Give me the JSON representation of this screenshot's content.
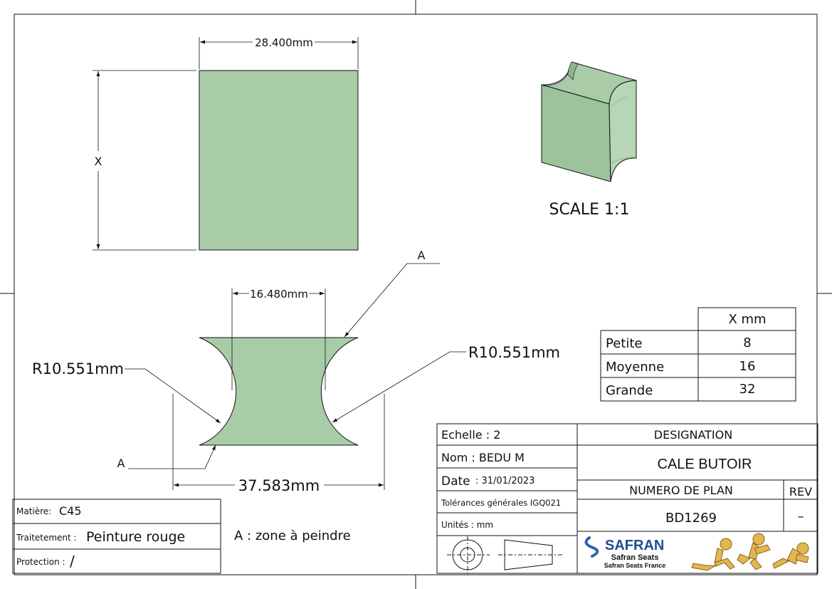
{
  "drawing": {
    "top_view": {
      "width_dim": "28.400mm",
      "height_dim": "X"
    },
    "front_view": {
      "top_dim": "16.480mm",
      "bottom_dim": "37.583mm",
      "radius_left": "R10.551mm",
      "radius_right": "R10.551mm",
      "callout_top": "A",
      "callout_bottom": "A"
    },
    "iso_view": {
      "scale_label": "SCALE 1:1"
    },
    "note": "A : zone à peindre"
  },
  "size_table": {
    "header": "X mm",
    "rows": [
      {
        "label": "Petite",
        "value": "8"
      },
      {
        "label": "Moyenne",
        "value": "16"
      },
      {
        "label": "Grande",
        "value": "32"
      }
    ]
  },
  "title_block": {
    "echelle": "Echelle  :  2",
    "nom": "Nom  :  BEDU M",
    "date_label": "Date",
    "date_value": ": 31/01/2023",
    "tolerances": "Tolérances générales IGQ021",
    "unites": "Unités  :  mm",
    "designation_label": "DESIGNATION",
    "designation_value": "CALE BUTOIR",
    "numero_label": "NUMERO DE PLAN",
    "rev_label": "REV",
    "numero_value": "BD1269",
    "rev_value": "–",
    "logo_brand": "SAFRAN",
    "logo_line1": "Safran Seats",
    "logo_line2": "Safran Seats France"
  },
  "material_block": {
    "matiere_label": "Matière:",
    "matiere_value": "C45",
    "traitement_label": "Traitetement :",
    "traitement_value": "Peinture rouge",
    "protection_label": "Protection :",
    "protection_value": "/"
  },
  "colors": {
    "part_fill": "#a8cca8",
    "line": "#111111"
  }
}
